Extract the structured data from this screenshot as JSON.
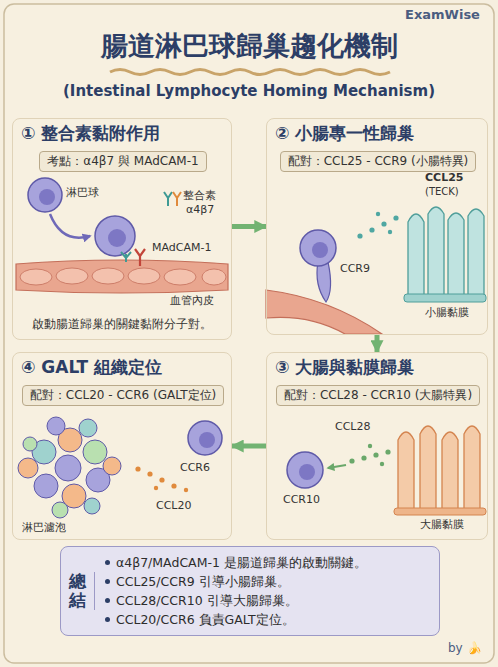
{
  "diagram": {
    "title": "腸道淋巴球歸巢趨化機制",
    "nodes": [
      {
        "text": [
          "① 整合素黏附作用",
          "啟動腸道歸巢的關鍵黏附分子對。"
        ]
      },
      {
        "text": [
          "考點：α4β7 與 MAdCAM-1"
        ],
        "in": 0
      },
      {
        "text": [
          "② 小腸專一性歸巢"
        ]
      },
      {
        "text": [
          "配對：CCL25 - CCR9 (小腸特異)"
        ],
        "in": 2
      },
      {
        "text": [
          "③ 大腸與黏膜歸巢"
        ]
      },
      {
        "text": [
          "配對：CCL28 - CCR10 (大腸特異)"
        ],
        "in": 4
      },
      {
        "text": [
          "④ GALT 組織定位"
        ]
      },
      {
        "text": [
          "配對：CCL20 - CCR6 (GALT定位)"
        ],
        "in": 6
      },
      {
        "text": [
          "總結",
          "α4β7/MAdCAM-1 是腸道歸巢的啟動關鍵。",
          "CCL25/CCR9 引導小腸歸巢。",
          "CCL28/CCR10 引導大腸歸巢。",
          "CCL20/CCR6 負責GALT定位。"
        ]
      }
    ],
    "edges": [
      {
        "from": 0,
        "to": 2,
        "arrow": "to"
      },
      {
        "from": 2,
        "to": 4,
        "arrow": "to"
      },
      {
        "from": 4,
        "to": 6,
        "arrow": "to"
      }
    ],
    "labels": [
      "ExamWise",
      "(Intestinal Lymphocyte Homing Mechanism)",
      "淋巴球",
      "整合素",
      "α4β7",
      "MAdCAM-1",
      "血管內皮",
      "CCL25",
      "(TECK)",
      "CCR9",
      "小腸黏膜",
      "CCL28",
      "CCR10",
      "大腸黏膜",
      "CCR6",
      "CCL20",
      "淋巴濾泡",
      "by 🍌"
    ]
  }
}
